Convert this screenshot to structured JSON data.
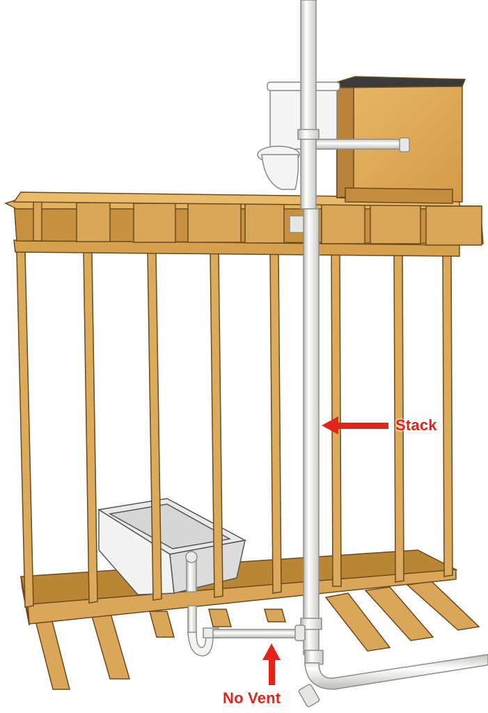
{
  "labels": {
    "stack": "Stack",
    "no_vent": "No Vent"
  },
  "colors": {
    "wood": "#d8a85a",
    "wood_dark": "#a97a35",
    "wood_shadow": "#8a6228",
    "pipe": "#f4f4f2",
    "pipe_edge": "#9a9a96",
    "annotation": "#e3241b",
    "cabinet": "#dcaa58"
  },
  "objects": [
    "wall-framing",
    "floor-joists",
    "toilet",
    "vanity-cabinet",
    "bathtub",
    "drain-stack",
    "p-trap",
    "drain-pipe"
  ]
}
